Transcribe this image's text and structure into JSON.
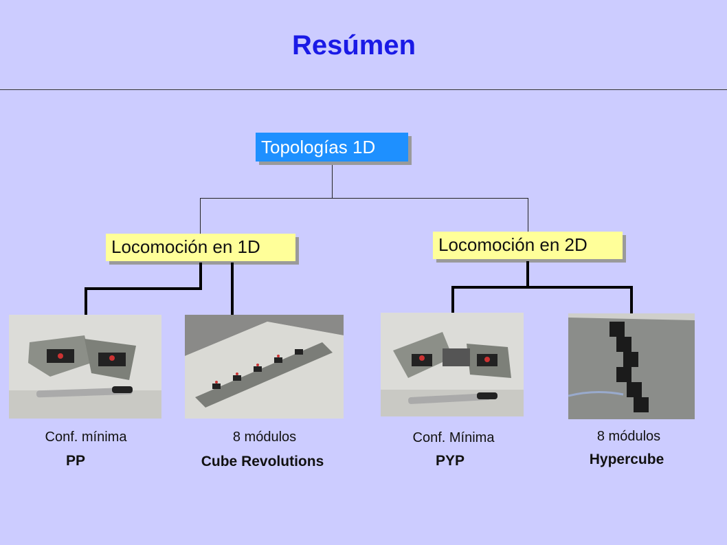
{
  "slide": {
    "title": "Resúmen"
  },
  "tree": {
    "root": "Topologías  1D",
    "left": "Locomoción en 1D",
    "right": "Locomoción en 2D"
  },
  "items": [
    {
      "line1": "Conf. mínima",
      "line2": "PP"
    },
    {
      "line1": "8 módulos",
      "line2": "Cube Revolutions"
    },
    {
      "line1": "Conf. Mínima",
      "line2": "PYP"
    },
    {
      "line1": "8 módulos",
      "line2": "Hypercube"
    }
  ],
  "colors": {
    "background": "#ccccff",
    "title": "#1a1ae6",
    "root_box": "#1e90ff",
    "child_box": "#ffff99"
  }
}
